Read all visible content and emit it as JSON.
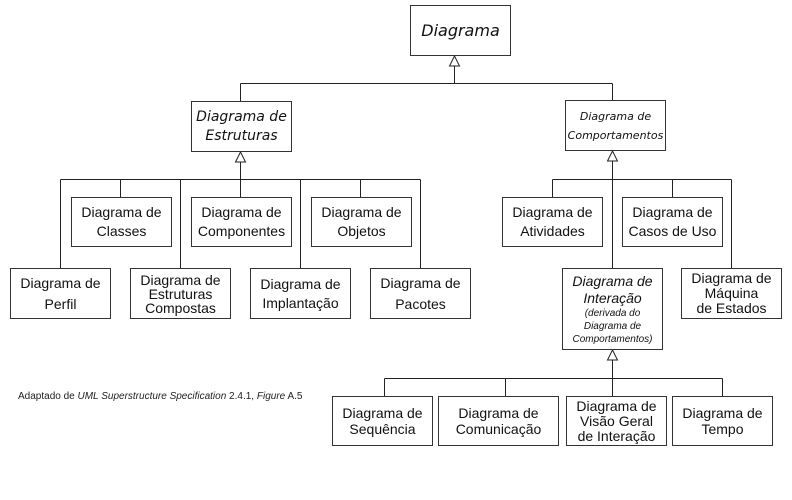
{
  "root": {
    "lines": [
      "Diagrama"
    ]
  },
  "estruturas": {
    "lines": [
      "Diagrama de",
      "Estruturas"
    ]
  },
  "comportamentos": {
    "lines": [
      "Diagrama de",
      "Comportamentos"
    ]
  },
  "classes": {
    "lines": [
      "Diagrama de",
      "Classes"
    ]
  },
  "componentes": {
    "lines": [
      "Diagrama de",
      "Componentes"
    ]
  },
  "objetos": {
    "lines": [
      "Diagrama de",
      "Objetos"
    ]
  },
  "perfil": {
    "lines": [
      "Diagrama de",
      "Perfil"
    ]
  },
  "estruturas_compostas": {
    "lines": [
      "Diagrama de",
      "Estruturas",
      "Compostas"
    ]
  },
  "implantacao": {
    "lines": [
      "Diagrama de",
      "Implantação"
    ]
  },
  "pacotes": {
    "lines": [
      "Diagrama de",
      "Pacotes"
    ]
  },
  "atividades": {
    "lines": [
      "Diagrama de",
      "Atividades"
    ]
  },
  "casos_de_uso": {
    "lines": [
      "Diagrama de",
      "Casos de Uso"
    ]
  },
  "interacao": {
    "lines": [
      "Diagrama de",
      "Interação",
      "(derivada do",
      "Diagrama de",
      "Comportamentos)"
    ]
  },
  "maquina_estados": {
    "lines": [
      "Diagrama de",
      "Máquina",
      "de Estados"
    ]
  },
  "sequencia": {
    "lines": [
      "Diagrama de",
      "Sequência"
    ]
  },
  "comunicacao": {
    "lines": [
      "Diagrama de",
      "Comunicação"
    ]
  },
  "visao_geral": {
    "lines": [
      "Diagrama de",
      "Visão Geral",
      "de Interação"
    ]
  },
  "tempo": {
    "lines": [
      "Diagrama de",
      "Tempo"
    ]
  },
  "caption": {
    "prefix": "Adaptado de ",
    "title": "UML Superstructure Specification",
    "version": " 2.4.1, ",
    "figure_word": "Figure",
    "figure_num": " A.5"
  }
}
